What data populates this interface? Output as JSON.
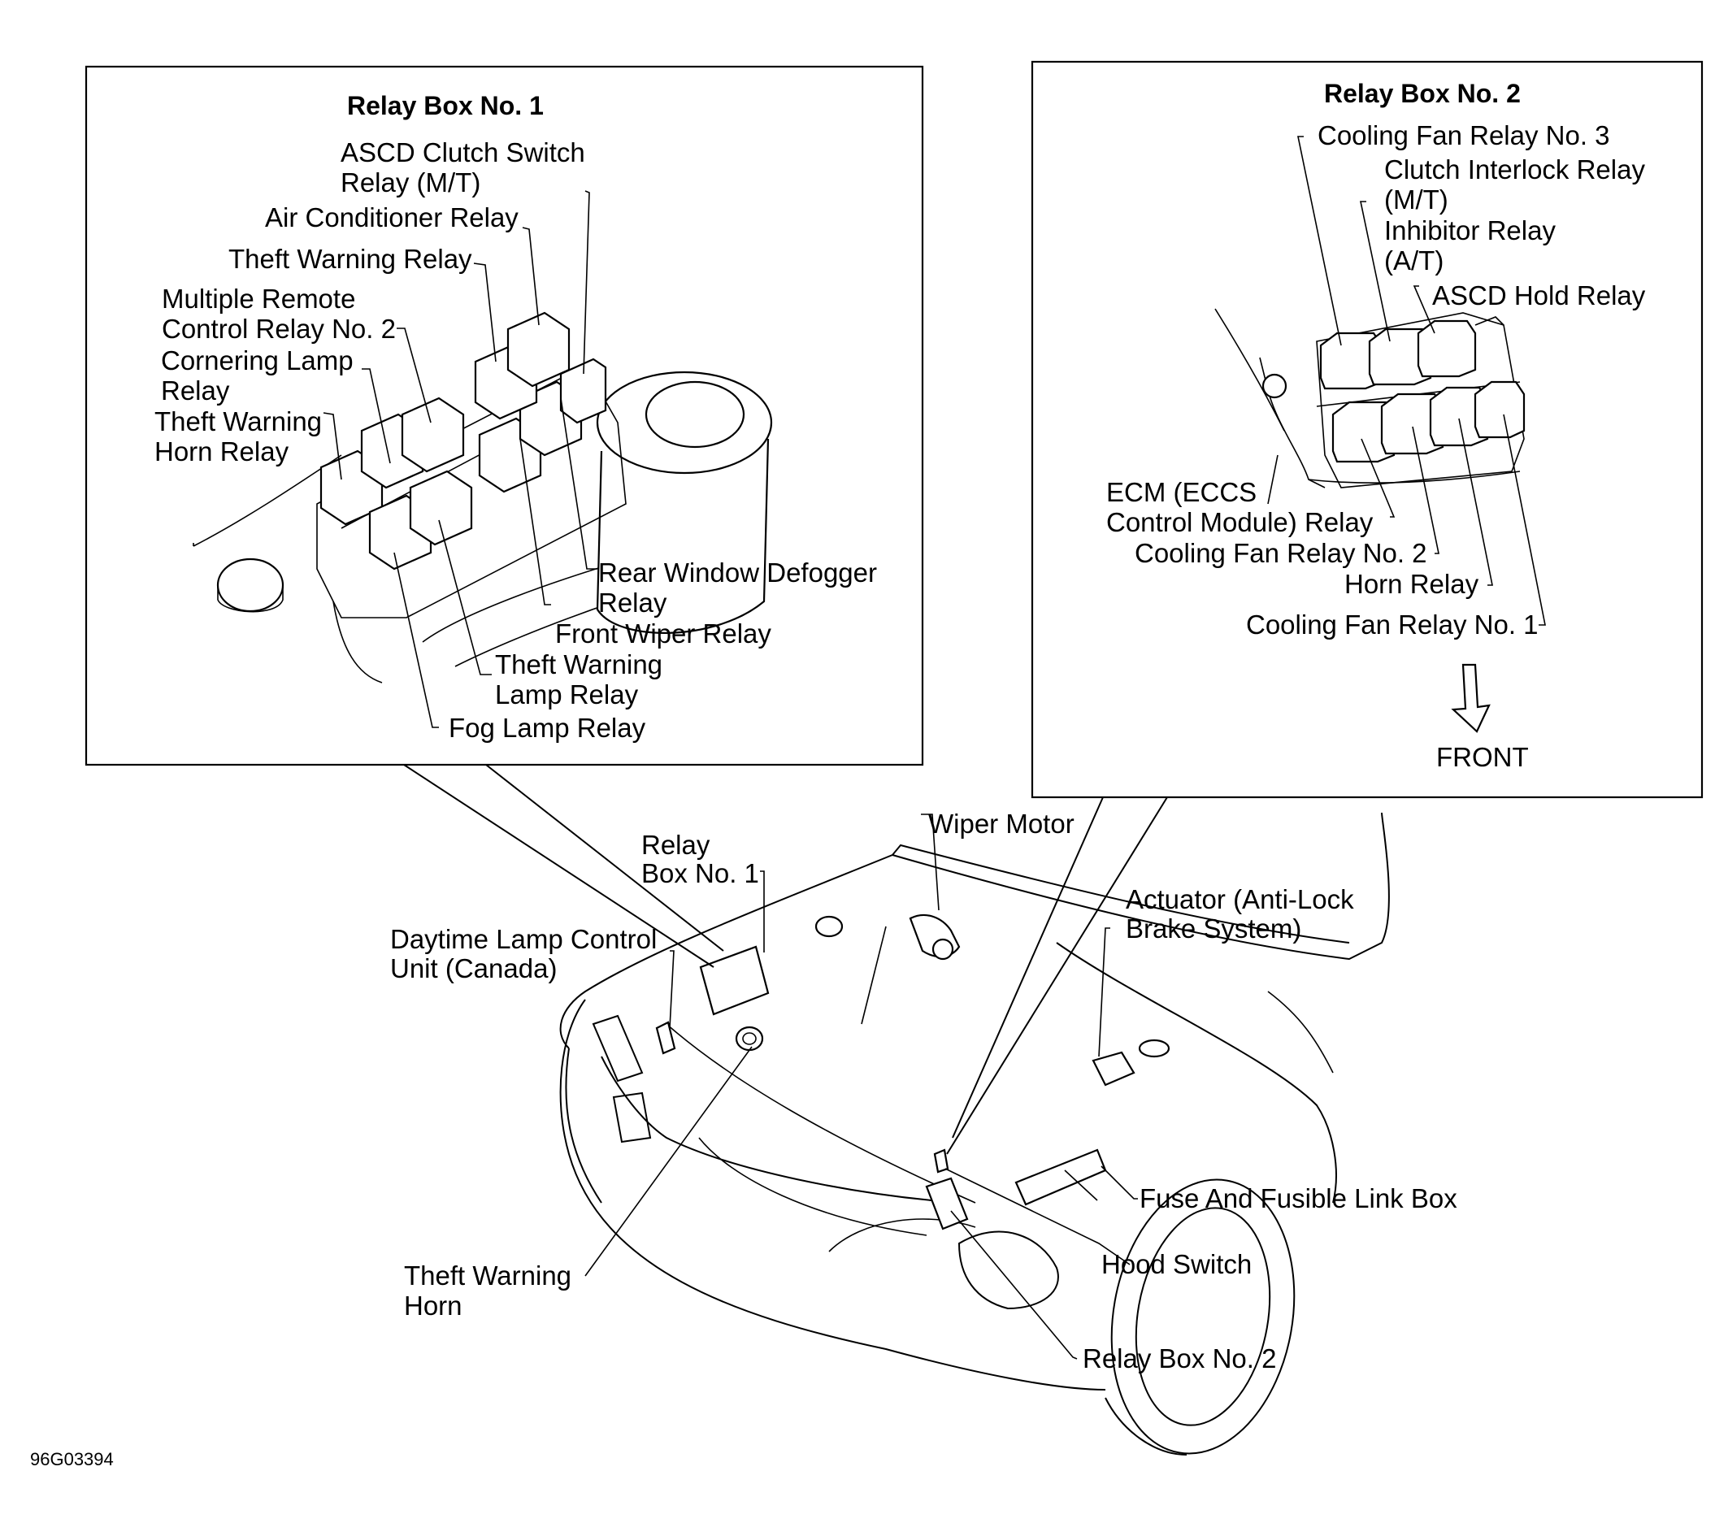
{
  "code": "96G03394",
  "relay_box_1": {
    "title": "Relay Box No. 1",
    "ascd_clutch": [
      "ASCD Clutch Switch",
      "Relay (M/T)"
    ],
    "air_conditioner": "Air Conditioner Relay",
    "theft_warning": "Theft Warning Relay",
    "multiple_remote": [
      "Multiple Remote",
      "Control Relay No. 2"
    ],
    "cornering_lamp": [
      "Cornering Lamp",
      "Relay"
    ],
    "theft_horn": [
      "Theft Warning",
      "Horn Relay"
    ],
    "rear_defogger": [
      "Rear Window Defogger",
      "Relay"
    ],
    "front_wiper": "Front Wiper Relay",
    "theft_lamp": [
      "Theft Warning",
      "Lamp Relay"
    ],
    "fog_lamp": "Fog Lamp Relay"
  },
  "relay_box_2": {
    "title": "Relay Box No. 2",
    "cooling_fan_3": "Cooling Fan Relay No. 3",
    "clutch_interlock": [
      "Clutch Interlock Relay",
      "(M/T)"
    ],
    "inhibitor": [
      "Inhibitor Relay",
      "(A/T)"
    ],
    "ascd_hold": "ASCD Hold Relay",
    "ecm": [
      "ECM (ECCS",
      "Control Module) Relay"
    ],
    "cooling_fan_2": "Cooling Fan Relay No. 2",
    "horn": "Horn Relay",
    "cooling_fan_1": "Cooling Fan Relay No. 1",
    "front": "FRONT"
  },
  "vehicle": {
    "relay_box_1": [
      "Relay",
      "Box No. 1"
    ],
    "wiper_motor": "Wiper Motor",
    "daytime_lamp": [
      "Daytime Lamp Control",
      "Unit (Canada)"
    ],
    "actuator": [
      "Actuator (Anti-Lock",
      "Brake System)"
    ],
    "fuse_box": "Fuse And Fusible Link Box",
    "hood_switch": "Hood Switch",
    "relay_box_2": "Relay Box No. 2",
    "theft_horn": [
      "Theft Warning",
      "Horn"
    ]
  }
}
